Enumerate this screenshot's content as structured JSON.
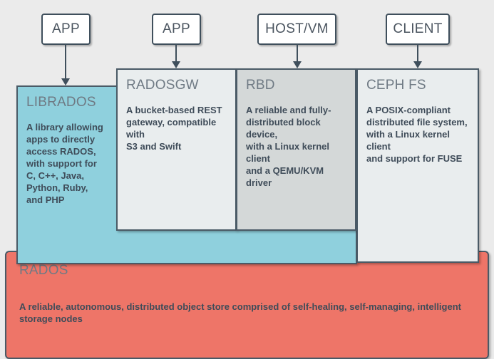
{
  "diagram": {
    "title": "Ceph architecture stack",
    "colors": {
      "background": "#ebebeb",
      "librados": "#8fd0dd",
      "radosgw": "#e9edee",
      "rbd": "#d4d8d8",
      "cephfs": "#e9edee",
      "rados": "#ee7568",
      "border": "#4a5a66",
      "title_text": "#6f7a84",
      "body_text": "#3f4c59"
    },
    "clients": [
      {
        "id": "app-librados",
        "label": "APP"
      },
      {
        "id": "app-radosgw",
        "label": "APP"
      },
      {
        "id": "host-vm-rbd",
        "label": "HOST/VM"
      },
      {
        "id": "client-cephfs",
        "label": "CLIENT"
      }
    ],
    "layers": [
      {
        "id": "librados",
        "title": "LIBRADOS",
        "description": "A library allowing\napps to directly\naccess RADOS,\nwith support for\nC, C++, Java,\nPython, Ruby,\nand PHP"
      },
      {
        "id": "radosgw",
        "title": "RADOSGW",
        "description": "A bucket-based REST\ngateway, compatible with\nS3 and Swift"
      },
      {
        "id": "rbd",
        "title": "RBD",
        "description": "A reliable and fully-\ndistributed block device,\nwith a Linux kernel client\nand a QEMU/KVM driver"
      },
      {
        "id": "cephfs",
        "title": "CEPH FS",
        "description": "A POSIX-compliant\ndistributed file system,\nwith a Linux kernel client\nand support for FUSE"
      },
      {
        "id": "rados",
        "title": "RADOS",
        "description": "A reliable, autonomous, distributed object store comprised of self-healing, self-managing, intelligent storage nodes"
      }
    ]
  }
}
